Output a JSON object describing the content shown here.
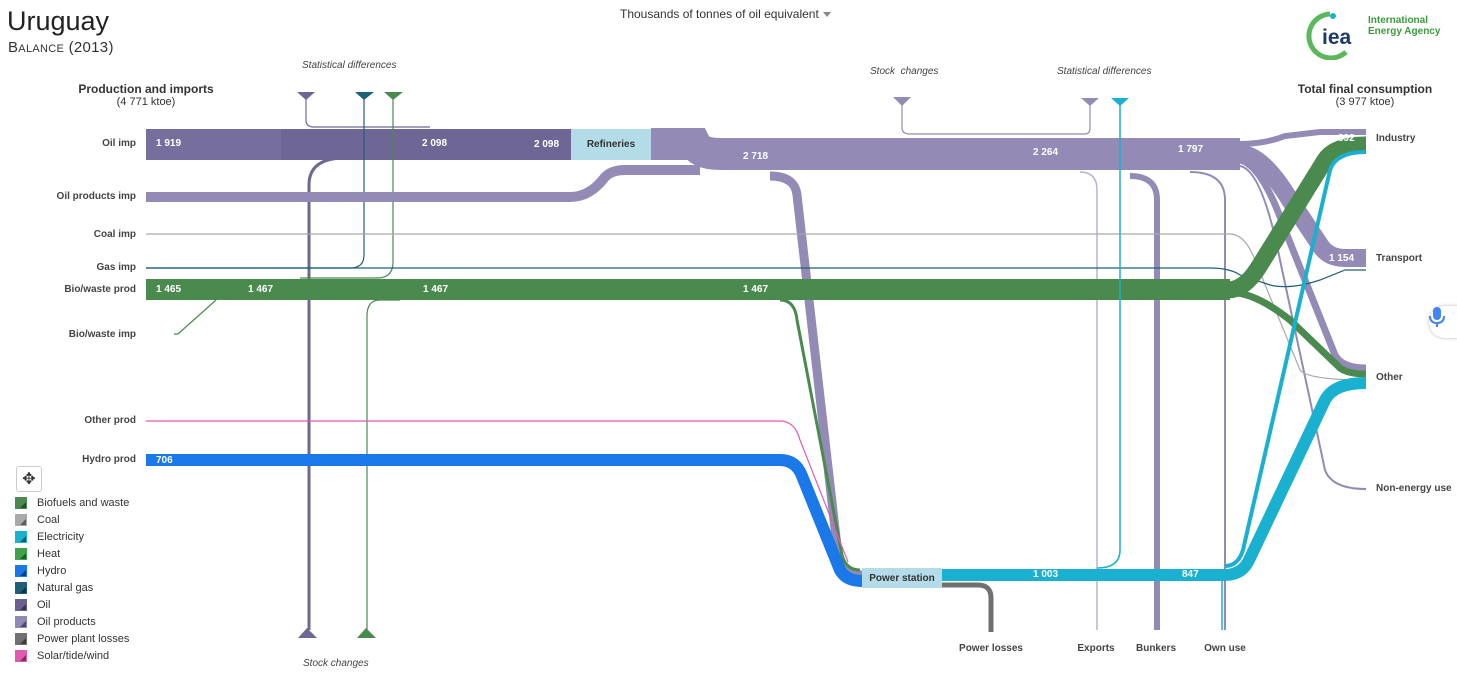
{
  "header": {
    "country": "Uruguay",
    "subtitle": "Balance (2013)",
    "unit_selector": "Thousands of tonnes of oil equivalent",
    "logo_text_line1": "International",
    "logo_text_line2": "Energy Agency",
    "logo_mark": "iea"
  },
  "columns": {
    "left_title": "Production and imports",
    "left_sub": "(4 771 ktoe)",
    "right_title": "Total final consumption",
    "right_sub": "(3 977 ktoe)"
  },
  "sources": [
    "Oil imp",
    "Oil products imp",
    "Coal imp",
    "Gas imp",
    "Bio/waste prod",
    "Bio/waste imp",
    "Other prod",
    "Hydro prod"
  ],
  "destinations": [
    "Industry",
    "Transport",
    "Other",
    "Non-energy use"
  ],
  "annotations": {
    "stat_diff_left": "Statistical differences",
    "stat_diff_right": "Statistical differences",
    "stock_changes_top": "Stock  changes",
    "stock_changes_bottom": "Stock changes"
  },
  "bottom_sinks": [
    "Power losses",
    "Exports",
    "Bunkers",
    "Own use"
  ],
  "nodes": {
    "refineries": "Refineries",
    "power_station": "Power station"
  },
  "flow_values": {
    "oil_imp": "1 919",
    "oil_2098_a": "2 098",
    "oil_2098_b": "2 098",
    "oilprod_2718": "2 718",
    "oilprod_2264": "2 264",
    "oilprod_1797": "1 797",
    "bio_1465": "1 465",
    "bio_1467_a": "1 467",
    "bio_1467_b": "1 467",
    "bio_1467_c": "1 467",
    "hydro_706": "706",
    "elec_1003": "1 003",
    "elec_847": "847",
    "industry_892": "892",
    "transport_1154": "1 154"
  },
  "legend": [
    {
      "label": "Biofuels and waste",
      "color": "#4a8a4e"
    },
    {
      "label": "Coal",
      "color": "#a9a9a9"
    },
    {
      "label": "Electricity",
      "color": "#1ab0cf"
    },
    {
      "label": "Heat",
      "color": "#3da24a"
    },
    {
      "label": "Hydro",
      "color": "#1a78e8"
    },
    {
      "label": "Natural gas",
      "color": "#1e5f7a"
    },
    {
      "label": "Oil",
      "color": "#6b6090"
    },
    {
      "label": "Oil products",
      "color": "#9189b5"
    },
    {
      "label": "Power plant losses",
      "color": "#707070"
    },
    {
      "label": "Solar/tide/wind",
      "color": "#e05bb0"
    }
  ],
  "colors": {
    "oil": "#6e6694",
    "oil_products": "#938bb6",
    "biofuels": "#4a8a4e",
    "hydro": "#1a78e8",
    "electricity": "#1ab0cf",
    "gas": "#1e5f7a",
    "coal": "#a9a9a9",
    "solar": "#e05bb0",
    "losses": "#707070",
    "node": "#b3dbe8"
  },
  "icons": {
    "pan": "move-icon",
    "mic": "microphone-icon"
  }
}
